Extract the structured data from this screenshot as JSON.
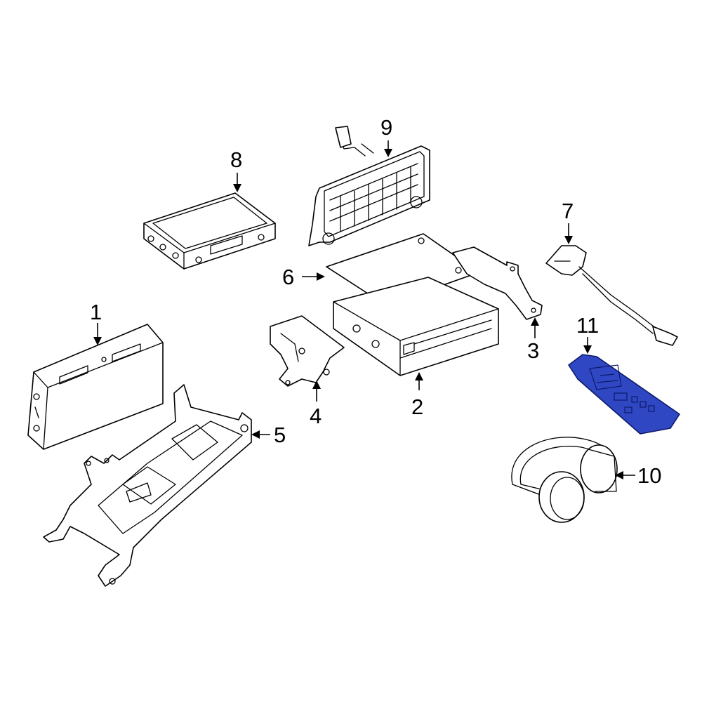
{
  "diagram": {
    "callouts": [
      {
        "id": "1",
        "label": "1"
      },
      {
        "id": "2",
        "label": "2"
      },
      {
        "id": "3",
        "label": "3"
      },
      {
        "id": "4",
        "label": "4"
      },
      {
        "id": "5",
        "label": "5"
      },
      {
        "id": "6",
        "label": "6"
      },
      {
        "id": "7",
        "label": "7"
      },
      {
        "id": "8",
        "label": "8"
      },
      {
        "id": "9",
        "label": "9"
      },
      {
        "id": "10",
        "label": "10"
      },
      {
        "id": "11",
        "label": "11"
      }
    ],
    "highlighted_part": "11",
    "colors": {
      "line": "#000000",
      "highlight": "#2f47c2",
      "background": "#ffffff"
    }
  }
}
